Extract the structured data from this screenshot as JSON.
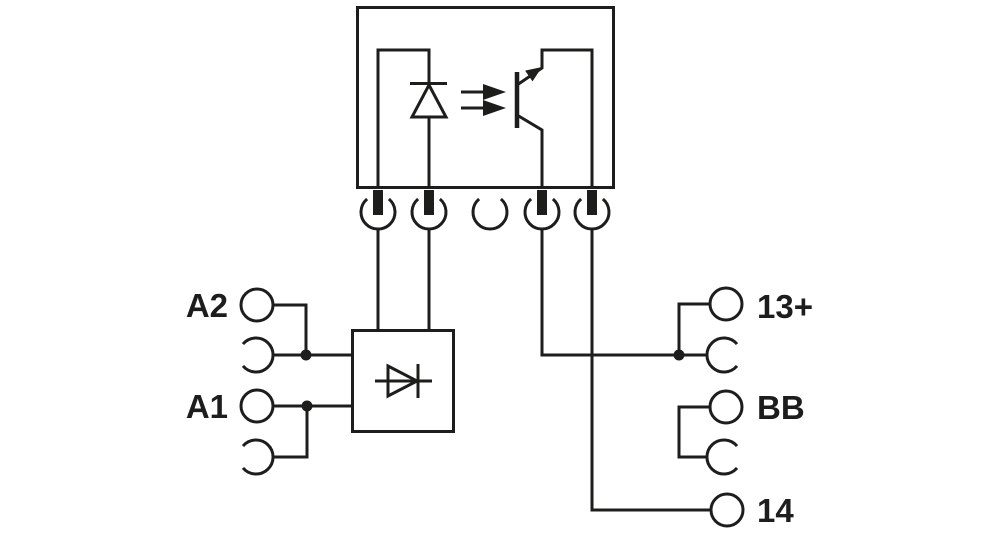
{
  "diagram": {
    "type": "relay-module-wiring-diagram",
    "colors": {
      "line": "#1d1d1b",
      "background": "#ffffff"
    },
    "terminals": {
      "a2": "A2",
      "a1": "A1",
      "t13": "13+",
      "bb": "BB",
      "t14": "14"
    },
    "symbols": [
      "optocoupler",
      "led-diode",
      "light-arrows",
      "phototransistor",
      "protection-diode",
      "plug-pin-contacts",
      "socket-contacts"
    ]
  }
}
